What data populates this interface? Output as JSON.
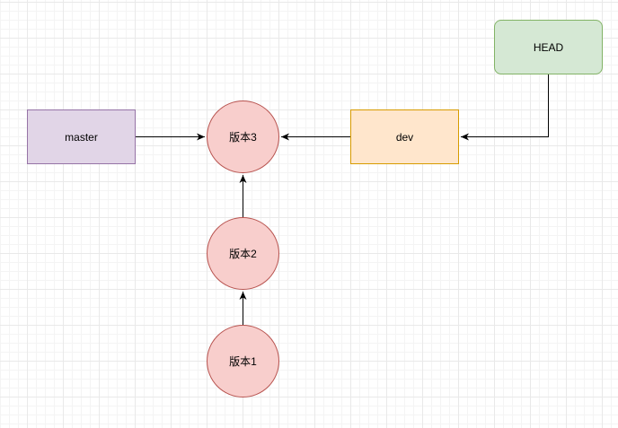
{
  "nodes": {
    "master": {
      "label": "master",
      "fill": "#e1d5e7",
      "stroke": "#9673a6"
    },
    "dev": {
      "label": "dev",
      "fill": "#ffe6cc",
      "stroke": "#d79b00"
    },
    "head": {
      "label": "HEAD",
      "fill": "#d5e8d4",
      "stroke": "#82b366"
    },
    "v3": {
      "label": "版本3",
      "fill": "#f8cecc",
      "stroke": "#b85450"
    },
    "v2": {
      "label": "版本2",
      "fill": "#f8cecc",
      "stroke": "#b85450"
    },
    "v1": {
      "label": "版本1",
      "fill": "#f8cecc",
      "stroke": "#b85450"
    }
  },
  "edges": [
    {
      "from": "master",
      "to": "v3"
    },
    {
      "from": "dev",
      "to": "v3"
    },
    {
      "from": "head",
      "to": "dev"
    },
    {
      "from": "v2",
      "to": "v3"
    },
    {
      "from": "v1",
      "to": "v2"
    }
  ],
  "edge_color": "#000000"
}
